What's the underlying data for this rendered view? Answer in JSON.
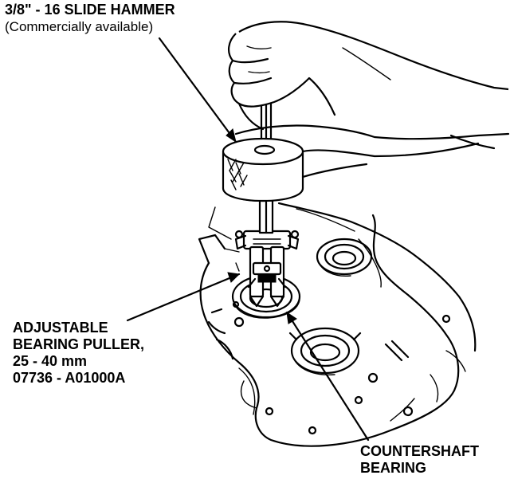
{
  "labels": {
    "slide_hammer": {
      "line1": "3/8\" - 16 SLIDE HAMMER",
      "line2": "(Commercially available)"
    },
    "puller": {
      "line1": "ADJUSTABLE",
      "line2": "BEARING PULLER,",
      "line3": "25 - 40 mm",
      "line4": "07736 - A01000A"
    },
    "bearing": {
      "line1": "COUNTERSHAFT",
      "line2": "BEARING"
    }
  },
  "colors": {
    "ink": "#000000",
    "paper": "#ffffff"
  }
}
